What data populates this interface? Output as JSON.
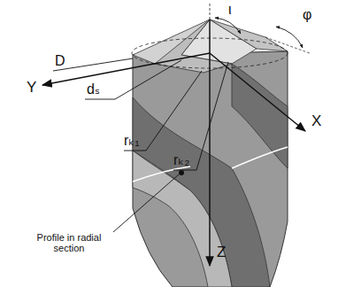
{
  "diagram": {
    "labels": [
      "ι",
      "φ",
      "D",
      "dₛ",
      "Y",
      "X",
      "rₖ₁",
      "rₖ₂",
      "Z",
      "Profile in radial section"
    ]
  }
}
